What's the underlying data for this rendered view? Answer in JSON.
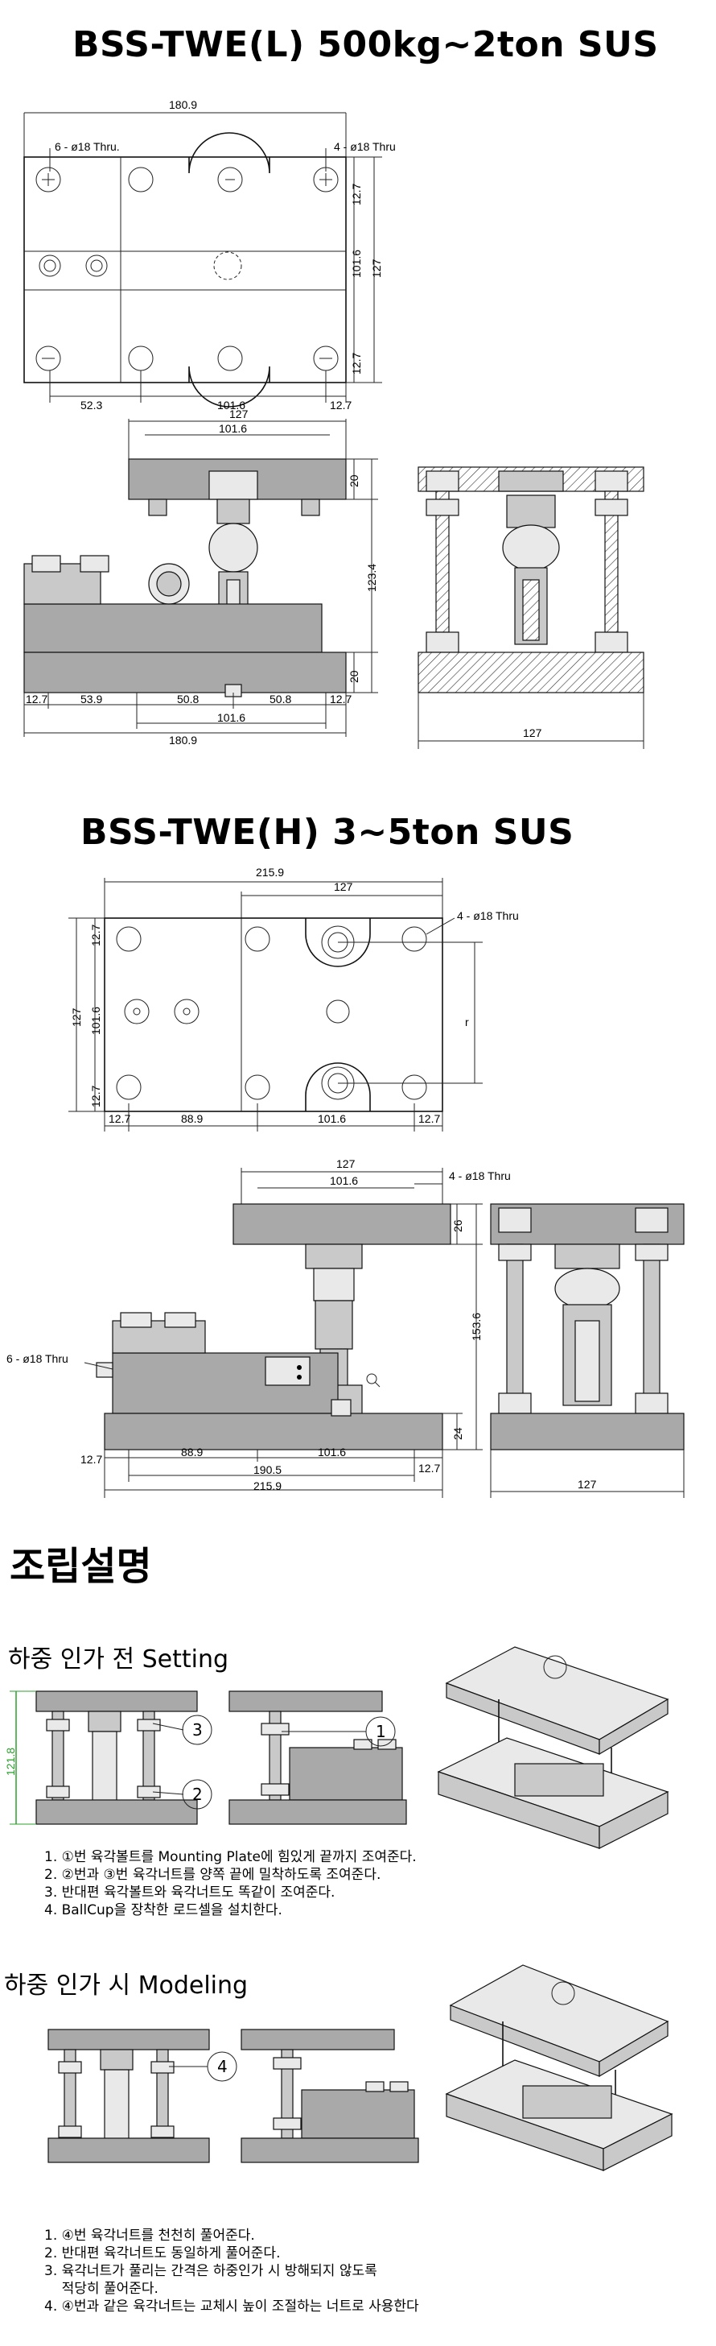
{
  "section1": {
    "title": "BSS-TWE(L) 500kg~2ton SUS",
    "top_view": {
      "width": "180.9",
      "holes_left": "6 - ø18 Thru.",
      "holes_right": "4 - ø18 Thru",
      "right_dim_1": "12.7",
      "right_dim_2": "101.6",
      "right_dim_3": "127",
      "right_dim_4": "12.7",
      "bottom_dim_1": "52.3",
      "bottom_dim_2": "101.6",
      "bottom_dim_3": "12.7"
    },
    "front_view": {
      "top_1": "127",
      "top_2": "101.6",
      "right_1": "20",
      "right_2": "123.4",
      "right_3": "20",
      "bottom_1": "12.7",
      "bottom_2": "53.9",
      "bottom_3": "50.8",
      "bottom_4": "50.8",
      "bottom_5": "12.7",
      "bottom_6": "101.6",
      "bottom_7": "180.9"
    },
    "side_view": {
      "bottom": "127"
    }
  },
  "section2": {
    "title": "BSS-TWE(H) 3~5ton SUS",
    "top_view": {
      "width": "215.9",
      "width_inner": "127",
      "holes_right": "4 - ø18 Thru",
      "left_1": "12.7",
      "left_2": "101.6",
      "left_3": "127",
      "left_4": "12.7",
      "bottom_1": "12.7",
      "bottom_2": "88.9",
      "bottom_3": "101.6",
      "bottom_4": "12.7",
      "mark_r": "r"
    },
    "front_view": {
      "top_1": "127",
      "top_2": "101.6",
      "holes_top": "4 - ø18 Thru",
      "holes_left": "6 - ø18 Thru",
      "right_1": "26",
      "right_2": "153.6",
      "right_3": "24",
      "bottom_1": "12.7",
      "bottom_2": "88.9",
      "bottom_3": "101.6",
      "bottom_4": "12.7",
      "bottom_5": "190.5",
      "bottom_6": "215.9"
    },
    "side_view": {
      "bottom": "127"
    }
  },
  "assembly": {
    "title": "조립설명",
    "setting": {
      "heading": "하중 인가 전 Setting",
      "height_label": "121.8",
      "callout_3": "3",
      "callout_2": "2",
      "callout_1": "1",
      "steps": [
        "1. ①번 육각볼트를 Mounting Plate에 힘있게 끝까지 조여준다.",
        "2. ②번과 ③번 육각너트를 양쪽 끝에 밀착하도록 조여준다.",
        "3. 반대편 육각볼트와 육각너트도 똑같이 조여준다.",
        "4. BallCup을 장착한 로드셀을 설치한다."
      ]
    },
    "modeling": {
      "heading": "하중 인가 시 Modeling",
      "callout_4": "4",
      "steps": [
        "1. ④번 육각너트를 천천히 풀어준다.",
        "2. 반대편 육각너트도 동일하게 풀어준다.",
        "3. 육각너트가 풀리는 간격은 하중인가 시 방해되지 않도록",
        "    적당히 풀어준다.",
        "4. ④번과 같은 육각너트는 교체시 높이 조절하는 너트로 사용한다"
      ]
    }
  }
}
